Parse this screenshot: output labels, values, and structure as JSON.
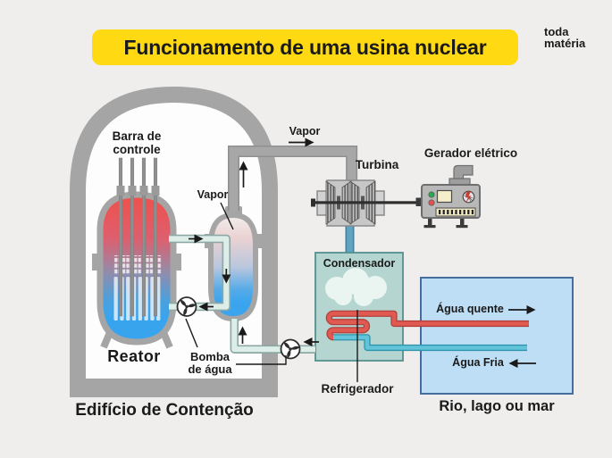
{
  "title": "Funcionamento de uma usina nuclear",
  "logo": {
    "line1": "toda",
    "line2": "matéria"
  },
  "labels": {
    "control_rods": "Barra de\ncontrole",
    "vapor_inner": "Vapor",
    "vapor_outer": "Vapor",
    "turbine": "Turbina",
    "generator": "Gerador elétrico",
    "condenser": "Condensador",
    "cooler": "Refrigerador",
    "water_pump": "Bomba\nde água",
    "reactor": "Reator",
    "containment": "Edifício de Contenção",
    "hot_water": "Água quente",
    "cold_water": "Água Fria",
    "water_body": "Rio, lago ou mar"
  },
  "colors": {
    "background": "#efeeed",
    "text": "#1a1a1a",
    "accent_yellow": "#ffd912",
    "structure_gray": "#a5a5a5",
    "containment_interior": "#fdfdfd",
    "reactor_hot": "#f0504a",
    "reactor_cold": "#38a4ee",
    "primary_pipe": "#ddeee9",
    "steam_pipe": "#a7a7a7",
    "steel_blue": "#60a4c4",
    "condenser_fill": "#b5d6d0",
    "condenser_border": "#54908c",
    "hot_water_red": "#e05a52",
    "cold_water_cyan": "#62c4d9",
    "water_fill": "#bedef5",
    "water_border": "#476d9e"
  }
}
